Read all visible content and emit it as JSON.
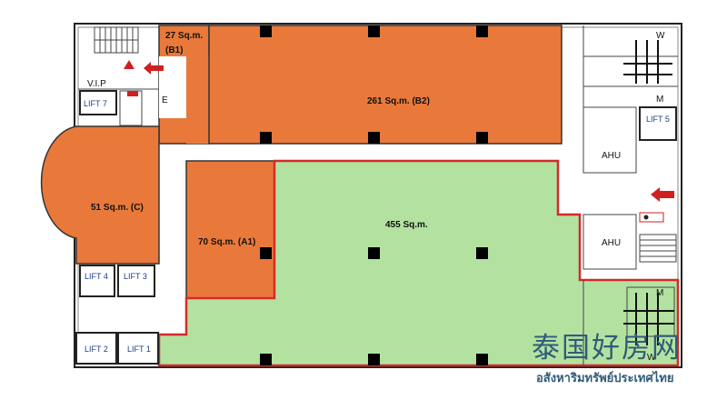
{
  "areas": {
    "b1": "27 Sq.m.",
    "b1_code": "(B1)",
    "b2": "261 Sq.m. (B2)",
    "a1": "70 Sq.m. (A1)",
    "c": "51 Sq.m. (C)",
    "main": "455 Sq.m."
  },
  "rooms": {
    "vip": "V.I.P",
    "e": "E",
    "w_top": "W",
    "m_top": "M",
    "ahu_1": "AHU",
    "ahu_2": "AHU",
    "m_bottom": "M",
    "w_bottom": "W"
  },
  "lifts": [
    "LIFT 1",
    "LIFT 2",
    "LIFT 3",
    "LIFT 4",
    "LIFT 5",
    "LIFT 7"
  ],
  "watermark": {
    "chinese": "泰国好房网",
    "thai": "อสังหาริมทรัพย์ประเทศไทย"
  },
  "colors": {
    "rented": "#e9793a",
    "available": "#b3e2a0",
    "outline": "#d42a2a",
    "wall": "#222222",
    "watermark": "#2f5c78"
  }
}
